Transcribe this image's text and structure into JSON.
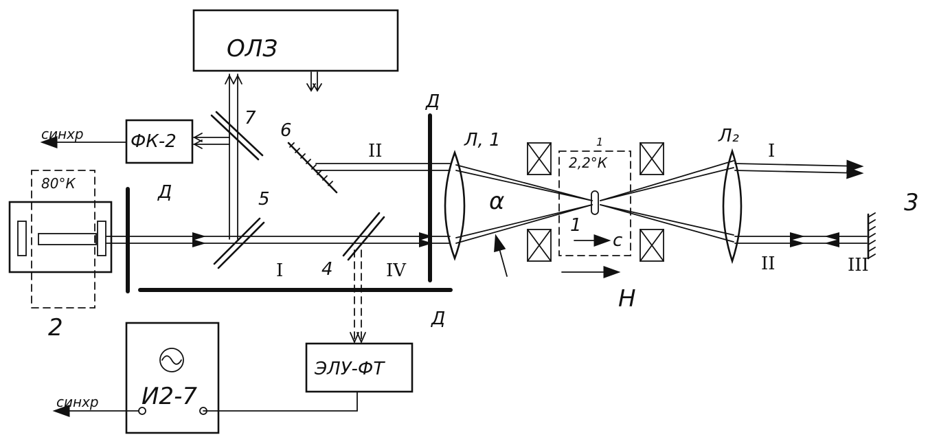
{
  "labels": {
    "olz": "ОЛЗ",
    "fk2": "ФК-2",
    "sync_top": "синхр",
    "sync_bottom": "синхр",
    "temp_80k": "80°К",
    "temp_22k_top": "1",
    "temp_22k": "2,2°К",
    "elu_ft": "ЭЛУ-ФТ",
    "i2_7": "И2-7",
    "n2": "2",
    "n3": "3",
    "n4": "4",
    "n5": "5",
    "n6": "6",
    "n7": "7",
    "d_left": "Д",
    "d_mid": "Д",
    "d_bottom": "Д",
    "l1": "Л, 1",
    "l2": "Л₂",
    "alpha": "α",
    "beam_one_center": "1",
    "c_label": "с",
    "h_label": "Н",
    "beam_I_left": "I",
    "beam_II_mid": "II",
    "beam_IV": "IV",
    "beam_I_right": "I",
    "beam_II_right": "II",
    "beam_III_right": "III"
  },
  "icons": {
    "grating": "diffraction-grating-icon",
    "mirror": "mirror-hatched-icon",
    "coil": "magnet-coil-icon",
    "oscilloscope": "sine-wave-icon"
  },
  "colors": {
    "ink": "#111111",
    "paper": "#ffffff"
  }
}
